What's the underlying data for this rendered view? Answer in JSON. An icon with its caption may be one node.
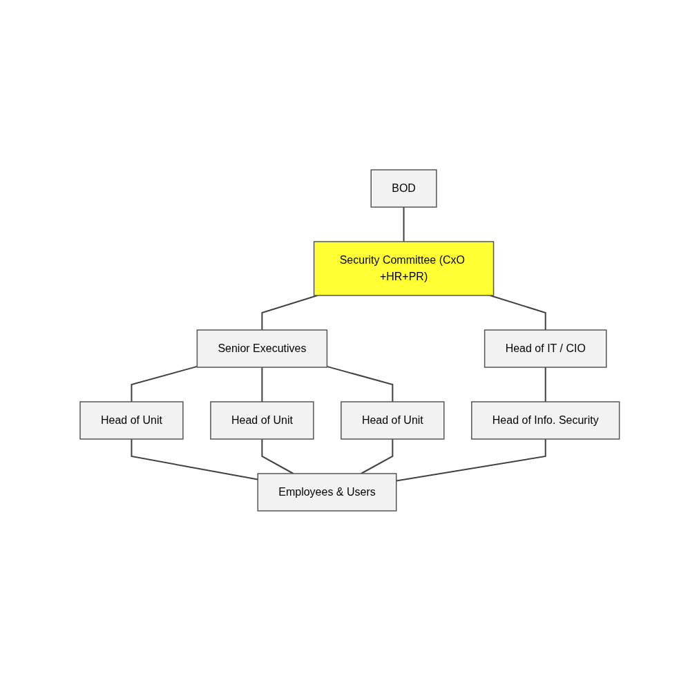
{
  "diagram": {
    "nodes": [
      {
        "text": [
          "BOD"
        ]
      },
      {
        "text": [
          "Security Committee (CxO +HR+PR)"
        ]
      },
      {
        "text": [
          "Senior Executives"
        ]
      },
      {
        "text": [
          "Head of IT / CIO"
        ]
      },
      {
        "text": [
          "Head of Unit"
        ]
      },
      {
        "text": [
          "Head of Unit"
        ]
      },
      {
        "text": [
          "Head of Unit"
        ]
      },
      {
        "text": [
          "Head of Info. Security"
        ]
      },
      {
        "text": [
          "Employees & Users"
        ]
      }
    ],
    "edges": [
      {
        "from": 0,
        "to": 1,
        "arrow": "none"
      },
      {
        "from": 1,
        "to": 2,
        "arrow": "none"
      },
      {
        "from": 1,
        "to": 3,
        "arrow": "none"
      },
      {
        "from": 2,
        "to": 4,
        "arrow": "none"
      },
      {
        "from": 2,
        "to": 5,
        "arrow": "none"
      },
      {
        "from": 2,
        "to": 6,
        "arrow": "none"
      },
      {
        "from": 3,
        "to": 7,
        "arrow": "none"
      },
      {
        "from": 4,
        "to": 8,
        "arrow": "none"
      },
      {
        "from": 5,
        "to": 8,
        "arrow": "none"
      },
      {
        "from": 6,
        "to": 8,
        "arrow": "none"
      },
      {
        "from": 7,
        "to": 8,
        "arrow": "none"
      }
    ]
  }
}
